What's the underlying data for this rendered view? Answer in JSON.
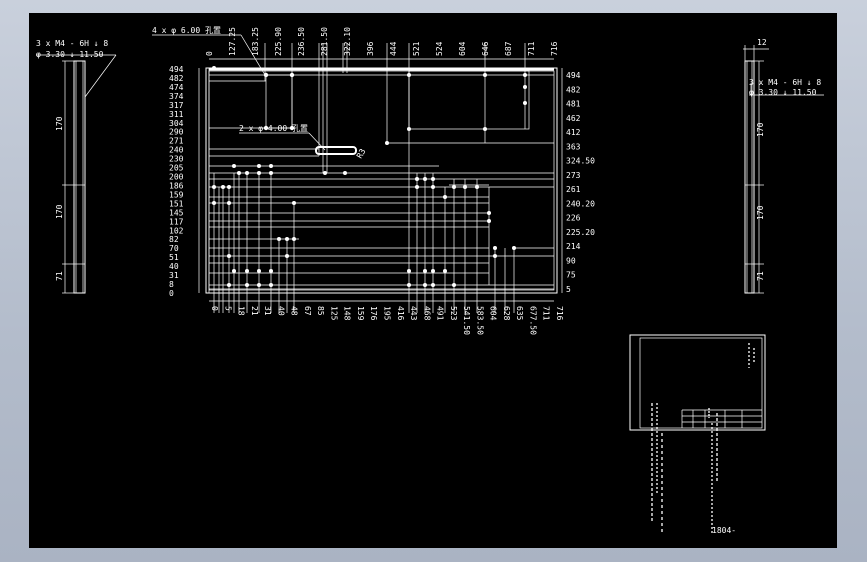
{
  "front_view": {
    "callout_top": "4 x φ 6.00 孔置",
    "callout_mid": "2 x φ 4.00 孔置",
    "top_dims": [
      "0",
      "127.25",
      "183.25",
      "225.90",
      "236.50",
      "281.50",
      "322.10",
      "396",
      "444",
      "521",
      "524",
      "604",
      "646",
      "687",
      "711",
      "716"
    ],
    "left_dims": [
      "494",
      "482",
      "474",
      "374",
      "317",
      "311",
      "304",
      "290",
      "271",
      "240",
      "230",
      "205",
      "200",
      "186",
      "159",
      "151",
      "145",
      "117",
      "102",
      "82",
      "70",
      "51",
      "40",
      "31",
      "8",
      "0"
    ],
    "right_dims": [
      "494",
      "482",
      "481",
      "462",
      "412",
      "363",
      "324.50",
      "273",
      "261",
      "240.20",
      "226",
      "225.20",
      "214",
      "90",
      "75",
      "5"
    ],
    "bottom_dims": [
      "0",
      "5",
      "18",
      "21",
      "31",
      "40",
      "48",
      "67",
      "85",
      "125",
      "148",
      "159",
      "176",
      "195",
      "416",
      "443",
      "468",
      "491",
      "523",
      "541.50",
      "583.50",
      "604",
      "628",
      "635",
      "677.50",
      "711",
      "716"
    ],
    "slot_label": "R3"
  },
  "left_side_view": {
    "note_line1": "3 x  M4 - 6H ↓ 8",
    "note_line2": "φ 3.30 ↓ 11.50",
    "dims": [
      "170",
      "170",
      "71"
    ]
  },
  "right_side_view": {
    "top_dim": "12",
    "note_line1": "3 x  M4 - 6H ↓ 8",
    "note_line2": "φ 3.30 ↓ 11.50",
    "dims": [
      "170",
      "170",
      "71"
    ]
  },
  "title_block": {
    "code": "1804-"
  }
}
